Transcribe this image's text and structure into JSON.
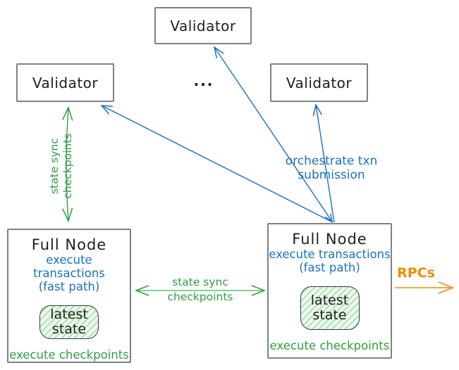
{
  "colors": {
    "green": "#2f9e44",
    "green_shaft": "#5cbf6e",
    "blue": "#1971c2",
    "orange": "#f08c00",
    "ink": "#1e1e1e",
    "box_border": "#7e8184",
    "state_fill_hatch": "#a9dfb2"
  },
  "validator_top": {
    "label": "Validator"
  },
  "validator_left": {
    "label": "Validator"
  },
  "validator_right": {
    "label": "Validator"
  },
  "ellipsis": "...",
  "full_nodes": [
    {
      "title": "Full Node",
      "exec1": "execute transactions",
      "exec2": "(fast path)",
      "state1": "latest",
      "state2": "state",
      "footer": "execute checkpoints"
    },
    {
      "title": "Full Node",
      "exec1": "execute transactions",
      "exec2": "(fast path)",
      "state1": "latest",
      "state2": "state",
      "footer": "execute checkpoints"
    }
  ],
  "labels": {
    "vertical_sync1": "state sync",
    "vertical_sync2": "checkpoints",
    "mid_sync1": "state sync",
    "mid_sync2": "checkpoints",
    "orchestrate": "orchestrate txn submission",
    "rpcs": "RPCs"
  }
}
